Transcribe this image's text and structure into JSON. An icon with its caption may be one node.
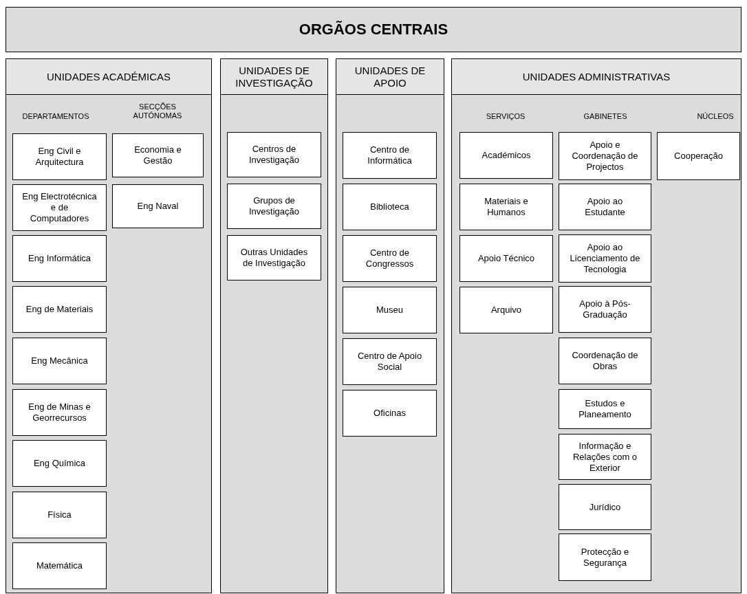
{
  "diagram": {
    "nodes": [
      {
        "text": [
          "ORGÃOS CENTRAIS"
        ]
      },
      {
        "text": [
          "UNIDADES ACADÉMICAS"
        ]
      },
      {
        "text": [
          "Eng Civil e Arquitectura"
        ],
        "in": 1
      },
      {
        "text": [
          "Eng Electrotécnica e de Computadores"
        ],
        "in": 1
      },
      {
        "text": [
          "Eng Informática"
        ],
        "in": 1
      },
      {
        "text": [
          "Eng de Materiais"
        ],
        "in": 1
      },
      {
        "text": [
          "Eng Mecânica"
        ],
        "in": 1
      },
      {
        "text": [
          "Eng de Minas e Georrecursos"
        ],
        "in": 1
      },
      {
        "text": [
          "Eng Química"
        ],
        "in": 1
      },
      {
        "text": [
          "Física"
        ],
        "in": 1
      },
      {
        "text": [
          "Matemática"
        ],
        "in": 1
      },
      {
        "text": [
          "Economia e Gestão"
        ],
        "in": 1
      },
      {
        "text": [
          "Eng Naval"
        ],
        "in": 1
      },
      {
        "text": [
          "UNIDADES DE INVESTIGAÇÃO"
        ]
      },
      {
        "text": [
          "Centros de Investigação"
        ],
        "in": 13
      },
      {
        "text": [
          "Grupos de Investigação"
        ],
        "in": 13
      },
      {
        "text": [
          "Outras Unidades de Investigação"
        ],
        "in": 13
      },
      {
        "text": [
          "UNIDADES DE APOIO"
        ]
      },
      {
        "text": [
          "Centro de Informática"
        ],
        "in": 17
      },
      {
        "text": [
          "Biblioteca"
        ],
        "in": 17
      },
      {
        "text": [
          "Centro de Congressos"
        ],
        "in": 17
      },
      {
        "text": [
          "Museu"
        ],
        "in": 17
      },
      {
        "text": [
          "Centro de Apoio Social"
        ],
        "in": 17
      },
      {
        "text": [
          "Oficinas"
        ],
        "in": 17
      },
      {
        "text": [
          "UNIDADES ADMINISTRATIVAS"
        ]
      },
      {
        "text": [
          "Académicos"
        ],
        "in": 24
      },
      {
        "text": [
          "Materiais e Humanos"
        ],
        "in": 24
      },
      {
        "text": [
          "Apoio Técnico"
        ],
        "in": 24
      },
      {
        "text": [
          "Arquivo"
        ],
        "in": 24
      },
      {
        "text": [
          "Apoio e Coordenação de Projectos"
        ],
        "in": 24
      },
      {
        "text": [
          "Apoio ao Estudante"
        ],
        "in": 24
      },
      {
        "text": [
          "Apoio ao Licenciamento de Tecnologia"
        ],
        "in": 24
      },
      {
        "text": [
          "Apoio à Pós-Graduação"
        ],
        "in": 24
      },
      {
        "text": [
          "Coordenação de Obras"
        ],
        "in": 24
      },
      {
        "text": [
          "Estudos e Planeamento"
        ],
        "in": 24
      },
      {
        "text": [
          "Informação e Relações com o Exterior"
        ],
        "in": 24
      },
      {
        "text": [
          "Jurídico"
        ],
        "in": 24
      },
      {
        "text": [
          "Protecção e Segurança"
        ],
        "in": 24
      },
      {
        "text": [
          "Cooperação"
        ],
        "in": 24
      }
    ],
    "labels": [
      "DEPARTAMENTOS",
      "SECÇÕES AUTÓNOMAS",
      "SERVIÇOS",
      "GABINETES",
      "NÚCLEOS"
    ]
  }
}
